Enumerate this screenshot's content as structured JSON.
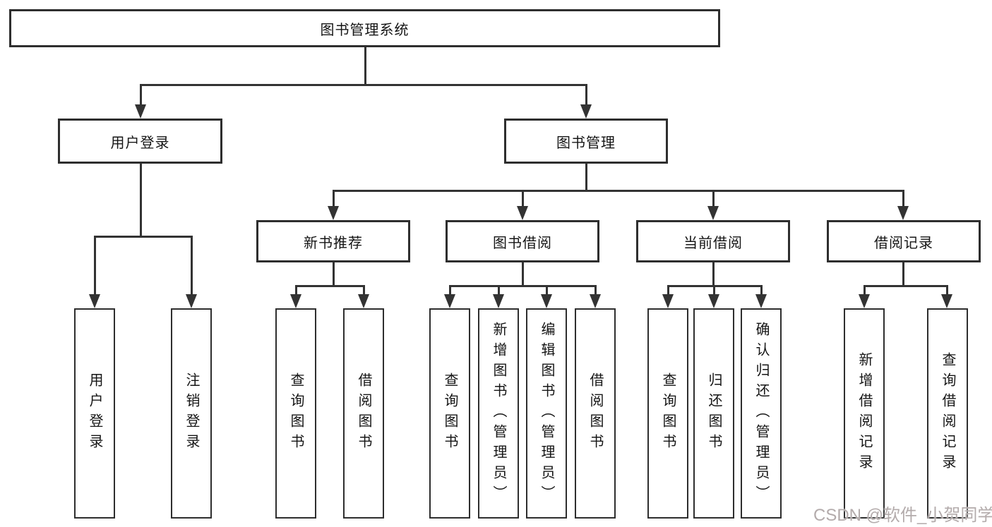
{
  "diagram_type": "hierarchy-tree",
  "tree": {
    "root": {
      "label": "图书管理系统",
      "children": [
        {
          "label": "用户登录",
          "children": [
            {
              "label": "用户登录"
            },
            {
              "label": "注销登录"
            }
          ]
        },
        {
          "label": "图书管理",
          "children": [
            {
              "label": "新书推荐",
              "children": [
                {
                  "label": "查询图书"
                },
                {
                  "label": "借阅图书"
                }
              ]
            },
            {
              "label": "图书借阅",
              "children": [
                {
                  "label": "查询图书"
                },
                {
                  "label": "新增图书（管理员）"
                },
                {
                  "label": "编辑图书（管理员）"
                },
                {
                  "label": "借阅图书"
                }
              ]
            },
            {
              "label": "当前借阅",
              "children": [
                {
                  "label": "查询图书"
                },
                {
                  "label": "归还图书"
                },
                {
                  "label": "确认归还（管理员）"
                }
              ]
            },
            {
              "label": "借阅记录",
              "children": [
                {
                  "label": "新增借阅记录"
                },
                {
                  "label": "查询借阅记录"
                }
              ]
            }
          ]
        }
      ]
    }
  },
  "watermark": "CSDN @软件_小贺同学",
  "colors": {
    "line": "#333333",
    "box_border": "#2e2e2e",
    "text": "#151515",
    "background": "#ffffff",
    "watermark": "#b3abab"
  }
}
